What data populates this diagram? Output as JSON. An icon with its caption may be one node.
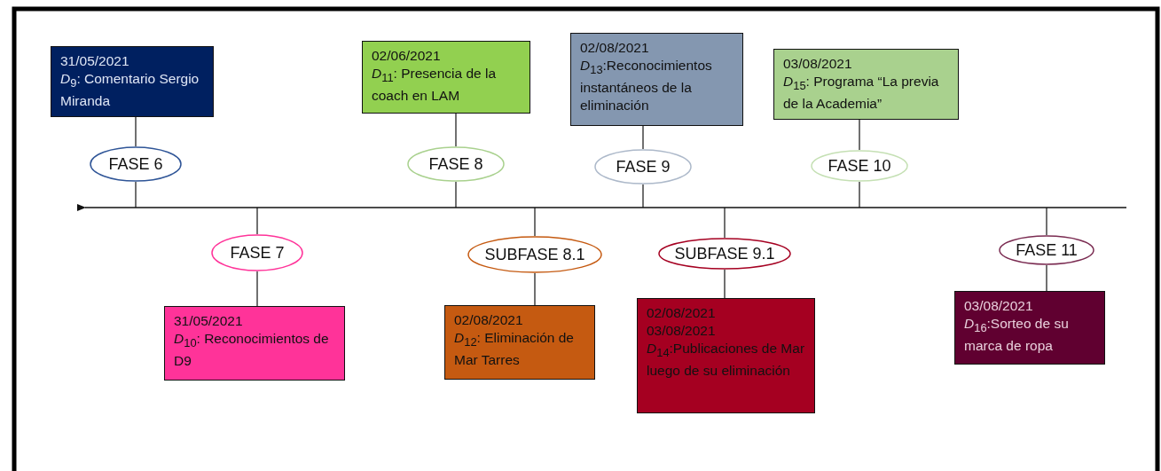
{
  "diagram": {
    "nodes": [
      {
        "text": [
          "FASE 6"
        ]
      },
      {
        "text": [
          "31/05/2021",
          "*D*$_{9}$: Comentario Sergio Miranda"
        ]
      },
      {
        "text": [
          "FASE 7"
        ]
      },
      {
        "text": [
          "31/05/2021",
          "*D*$_{10}$: Reconocimientos de D9"
        ]
      },
      {
        "text": [
          "FASE 8"
        ]
      },
      {
        "text": [
          "02/06/2021",
          "*D*$_{11}$: Presencia de la coach en LAM"
        ]
      },
      {
        "text": [
          "SUBFASE 8.1"
        ]
      },
      {
        "text": [
          "02/08/2021",
          "*D*$_{12}$: Eliminación de Mar Tarres"
        ]
      },
      {
        "text": [
          "FASE 9"
        ]
      },
      {
        "text": [
          "02/08/2021",
          "*D*$_{13}$:Reconocimientos instantáneos de la eliminación"
        ]
      },
      {
        "text": [
          "SUBFASE 9.1"
        ]
      },
      {
        "text": [
          "02/08/2021",
          "03/08/2021",
          "*D*$_{14}$:Publicaciones de Mar luego de su eliminación"
        ]
      },
      {
        "text": [
          "FASE 10"
        ]
      },
      {
        "text": [
          "03/08/2021",
          "*D*$_{15}$: Programa “La previa de la Academia”"
        ]
      },
      {
        "text": [
          "FASE 11"
        ]
      },
      {
        "text": [
          "03/08/2021",
          "*D*$_{16}$:Sorteo de su marca de ropa"
        ]
      },
      {
        "text": [],
        "shape": "line"
      }
    ],
    "edges": [
      {
        "from": 0,
        "to": 1,
        "arrow": "none"
      },
      {
        "from": 2,
        "to": 3,
        "arrow": "none"
      },
      {
        "from": 4,
        "to": 5,
        "arrow": "none"
      },
      {
        "from": 6,
        "to": 7,
        "arrow": "none"
      },
      {
        "from": 8,
        "to": 9,
        "arrow": "none"
      },
      {
        "from": 10,
        "to": 11,
        "arrow": "none"
      },
      {
        "from": 12,
        "to": 13,
        "arrow": "none"
      },
      {
        "from": 14,
        "to": 15,
        "arrow": "none"
      },
      {
        "from": 0,
        "to": 16,
        "arrow": "none"
      },
      {
        "from": 2,
        "to": 16,
        "arrow": "none"
      },
      {
        "from": 4,
        "to": 16,
        "arrow": "none"
      },
      {
        "from": 6,
        "to": 16,
        "arrow": "none"
      },
      {
        "from": 8,
        "to": 16,
        "arrow": "none"
      },
      {
        "from": 10,
        "to": 16,
        "arrow": "none"
      },
      {
        "from": 12,
        "to": 16,
        "arrow": "none"
      },
      {
        "from": 14,
        "to": 16,
        "arrow": "none"
      }
    ]
  }
}
